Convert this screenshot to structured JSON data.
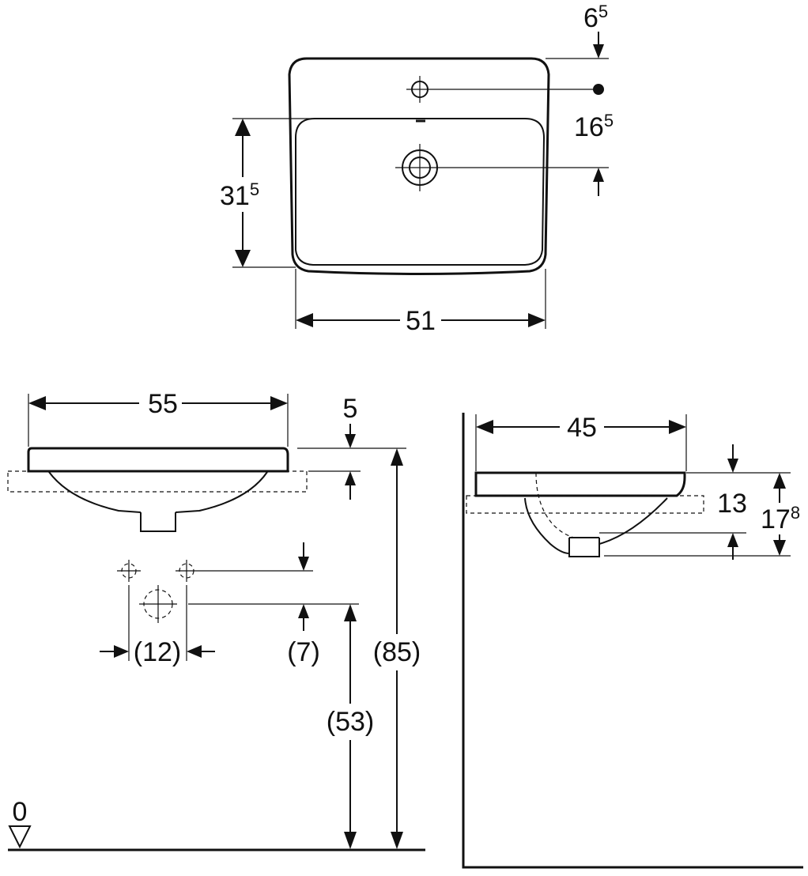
{
  "top_view": {
    "dim_width": "51",
    "dim_depth_main": "31",
    "dim_depth_sup": "5",
    "dim_tap_offset_main": "6",
    "dim_tap_offset_sup": "5",
    "dim_tap_to_drain_main": "16",
    "dim_tap_to_drain_sup": "5"
  },
  "front_view": {
    "dim_width": "55",
    "dim_rim": "5",
    "dim_tap_spacing": "(12)",
    "dim_tap_height": "(7)",
    "dim_outlet_height": "(53)",
    "dim_total_height": "(85)",
    "floor_level": "0"
  },
  "side_view": {
    "dim_width": "45",
    "dim_inner_depth": "13",
    "dim_total_depth_main": "17",
    "dim_total_depth_sup": "8"
  },
  "colors": {
    "line": "#111111",
    "background": "#ffffff"
  }
}
